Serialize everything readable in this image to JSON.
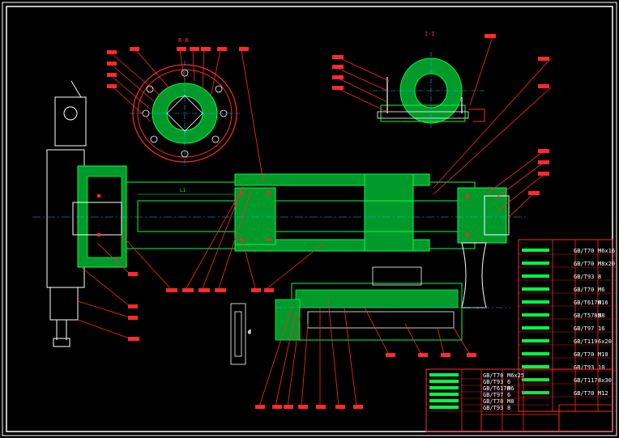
{
  "sheet": {
    "section_label_a": "B-B",
    "section_label_b": "I-I",
    "frame_color": "#ffffff",
    "part_color": "#00ff44",
    "leader_color": "#ff2a2a",
    "center_color": "#00bfff"
  },
  "dimensions": {
    "bore_length": "L1",
    "stroke_label": "d"
  },
  "parts_list": {
    "rows": [
      {
        "code": "GB/T70",
        "spec": "M6x16"
      },
      {
        "code": "GB/T70",
        "spec": "M8x20"
      },
      {
        "code": "GB/T93",
        "spec": "8"
      },
      {
        "code": "GB/T70",
        "spec": "M6"
      },
      {
        "code": "GB/T6170",
        "spec": "M16"
      },
      {
        "code": "GB/T5783",
        "spec": "M8"
      },
      {
        "code": "GB/T97",
        "spec": "16"
      },
      {
        "code": "GB/T119",
        "spec": "6x20"
      },
      {
        "code": "GB/T70",
        "spec": "M10"
      },
      {
        "code": "GB/T93",
        "spec": "10"
      },
      {
        "code": "GB/T117",
        "spec": "8x30"
      },
      {
        "code": "GB/T70",
        "spec": "M12"
      }
    ]
  },
  "title_block": {
    "rows": [
      {
        "code": "GB/T70",
        "spec": "M6x25"
      },
      {
        "code": "GB/T93",
        "spec": "6"
      },
      {
        "code": "GB/T6170",
        "spec": "M6"
      },
      {
        "code": "GB/T97",
        "spec": "6"
      },
      {
        "code": "GB/T70",
        "spec": "M8"
      },
      {
        "code": "GB/T93",
        "spec": "8"
      }
    ]
  }
}
